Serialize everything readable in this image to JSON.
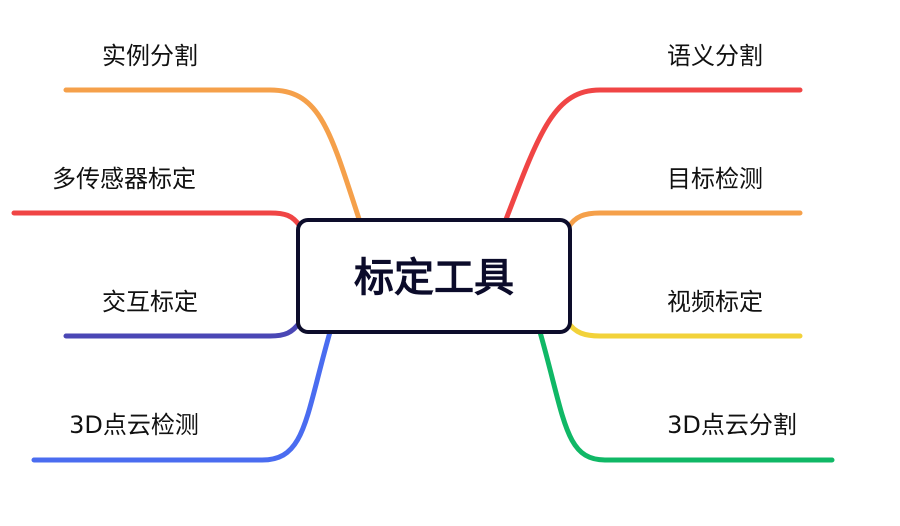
{
  "center": {
    "label": "标定工具",
    "border_color": "#0d0d2b"
  },
  "branches": [
    {
      "label": "实例分割",
      "side": "left",
      "color": "#f5a04a"
    },
    {
      "label": "多传感器标定",
      "side": "left",
      "color": "#f04545"
    },
    {
      "label": "交互标定",
      "side": "left",
      "color": "#4a47b5"
    },
    {
      "label": "3D点云检测",
      "side": "left",
      "color": "#4a6cf0"
    },
    {
      "label": "语义分割",
      "side": "right",
      "color": "#f04545"
    },
    {
      "label": "目标检测",
      "side": "right",
      "color": "#f5a04a"
    },
    {
      "label": "视频标定",
      "side": "right",
      "color": "#f2d23a"
    },
    {
      "label": "3D点云分割",
      "side": "right",
      "color": "#10b866"
    }
  ]
}
